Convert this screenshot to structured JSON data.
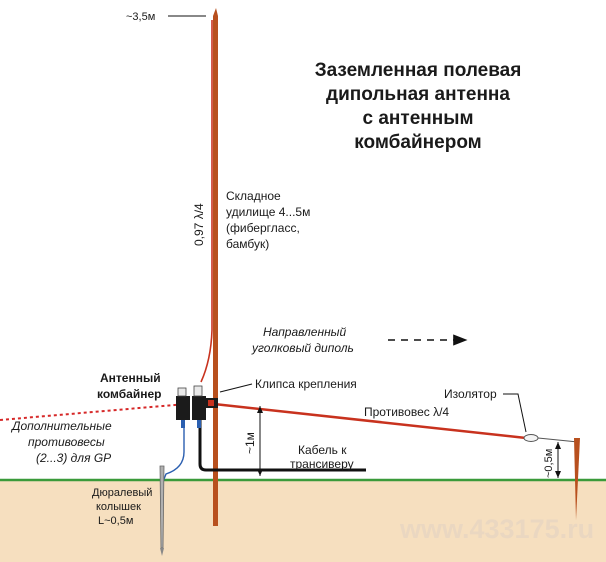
{
  "title": [
    "Заземленная полевая",
    "дипольная антенна",
    "с антенным",
    "комбайнером"
  ],
  "labels": {
    "top_height": "~3,5м",
    "pole_length": "0,97 λ/4",
    "rod": [
      "Складное",
      "удилище 4...5м",
      "(фибергласс,",
      "бамбук)"
    ],
    "directed": [
      "Направленный",
      "уголковый диполь"
    ],
    "clip": "Клипса крепления",
    "combiner": [
      "Антенный",
      "комбайнер"
    ],
    "extra_cp": [
      "Дополнительные",
      "противовесы",
      "(2...3) для GP"
    ],
    "counterpoise": "Противовес λ/4",
    "insulator": "Изолятор",
    "cable": [
      "Кабель к",
      "трансиверу"
    ],
    "height_1m": "~1м",
    "height_05m": "~0,5м",
    "stake": [
      "Дюралевый",
      "колышек",
      "L~0,5м"
    ],
    "watermark": "www.433175.ru"
  },
  "colors": {
    "ground": "#f6dfbf",
    "ground_line": "#3a9a3a",
    "pole": "#b8501e",
    "wire": "#c8321e",
    "dashed_wire": "#d62828",
    "dim": "#111111",
    "cable_blue": "#2b5fb0"
  }
}
